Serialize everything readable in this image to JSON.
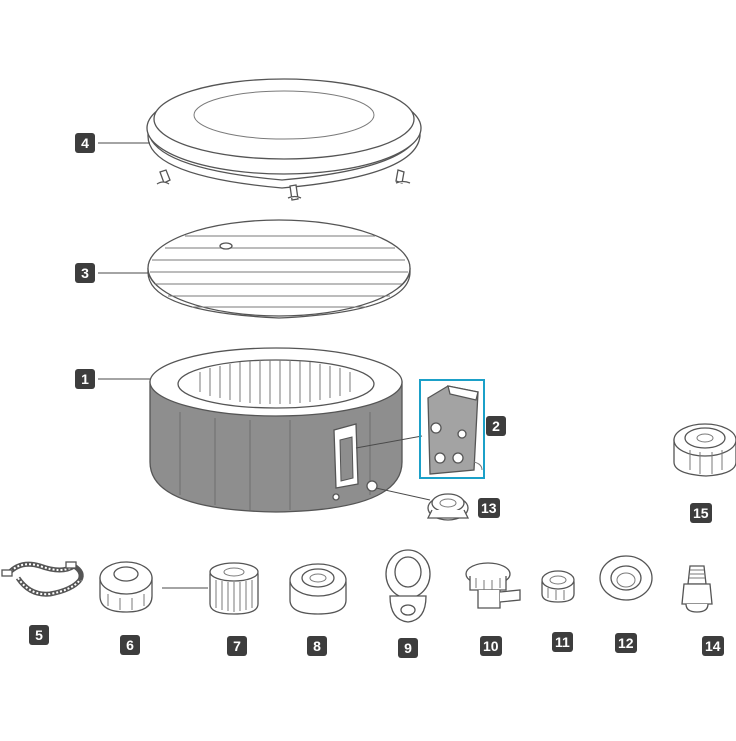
{
  "parts": [
    {
      "number": "1",
      "icon": "spa-tub"
    },
    {
      "number": "2",
      "icon": "pump-control-unit"
    },
    {
      "number": "3",
      "icon": "inflatable-lid"
    },
    {
      "number": "4",
      "icon": "spa-cover"
    },
    {
      "number": "5",
      "icon": "inflation-hose"
    },
    {
      "number": "6",
      "icon": "filter-housing"
    },
    {
      "number": "7",
      "icon": "filter-cartridge"
    },
    {
      "number": "8",
      "icon": "strainer-connector"
    },
    {
      "number": "9",
      "icon": "drain-plug-cap"
    },
    {
      "number": "10",
      "icon": "valve-adapter"
    },
    {
      "number": "11",
      "icon": "air-valve"
    },
    {
      "number": "12",
      "icon": "rubber-ring"
    },
    {
      "number": "14",
      "icon": "hose-adapter"
    },
    {
      "number": "13",
      "icon": "strainer-cap"
    },
    {
      "number": "15",
      "icon": "drain-valve-cap"
    }
  ],
  "colors": {
    "badge_bg": "#3d3d3d",
    "badge_text": "#ffffff",
    "highlight": "#1ba0c8"
  }
}
